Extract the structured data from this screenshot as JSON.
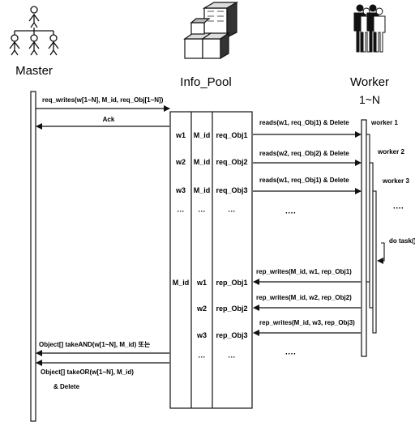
{
  "actors": {
    "master": "Master",
    "info_pool": "Info_Pool",
    "worker": "Worker",
    "worker_range": "1~N"
  },
  "messages": {
    "req_writes": "req_writes(w[1~N], M_id, req_Obj[1~N])",
    "ack": "Ack",
    "reads_1": "reads(w1,  req_Obj1) & Delete",
    "reads_2": "reads(w2,  req_Obj2) & Delete",
    "reads_3": "reads(w1,  req_Obj1) & Delete",
    "rep_writes_1": "rep_writes(M_id,  w1,  rep_Obj1)",
    "rep_writes_2": "rep_writes(M_id, w2,  rep_Obj2)",
    "rep_writes_3": "rep_writes(M_id, w3,  rep_Obj3)",
    "take_and": "Object[] takeAND(w[1~N], M_id) 또는",
    "take_or_1": "Object[] takeOR(w[1~N], M_id)",
    "take_or_2": "& Delete",
    "do_task": "do task()",
    "ellipsis": "····"
  },
  "workers": [
    "worker 1",
    "worker 2",
    "worker 3"
  ],
  "pool_table": {
    "request_rows": [
      [
        "w1",
        "M_id",
        "req_Obj1"
      ],
      [
        "w2",
        "M_id",
        "req_Obj2"
      ],
      [
        "w3",
        "M_id",
        "req_Obj3"
      ],
      [
        "···",
        "···",
        "···"
      ]
    ],
    "response_rows": [
      [
        "M_id",
        "w1",
        "rep_Obj1"
      ],
      [
        "",
        "w2",
        "rep_Obj2"
      ],
      [
        "",
        "w3",
        "rep_Obj3"
      ],
      [
        "",
        "···",
        "···"
      ]
    ]
  }
}
